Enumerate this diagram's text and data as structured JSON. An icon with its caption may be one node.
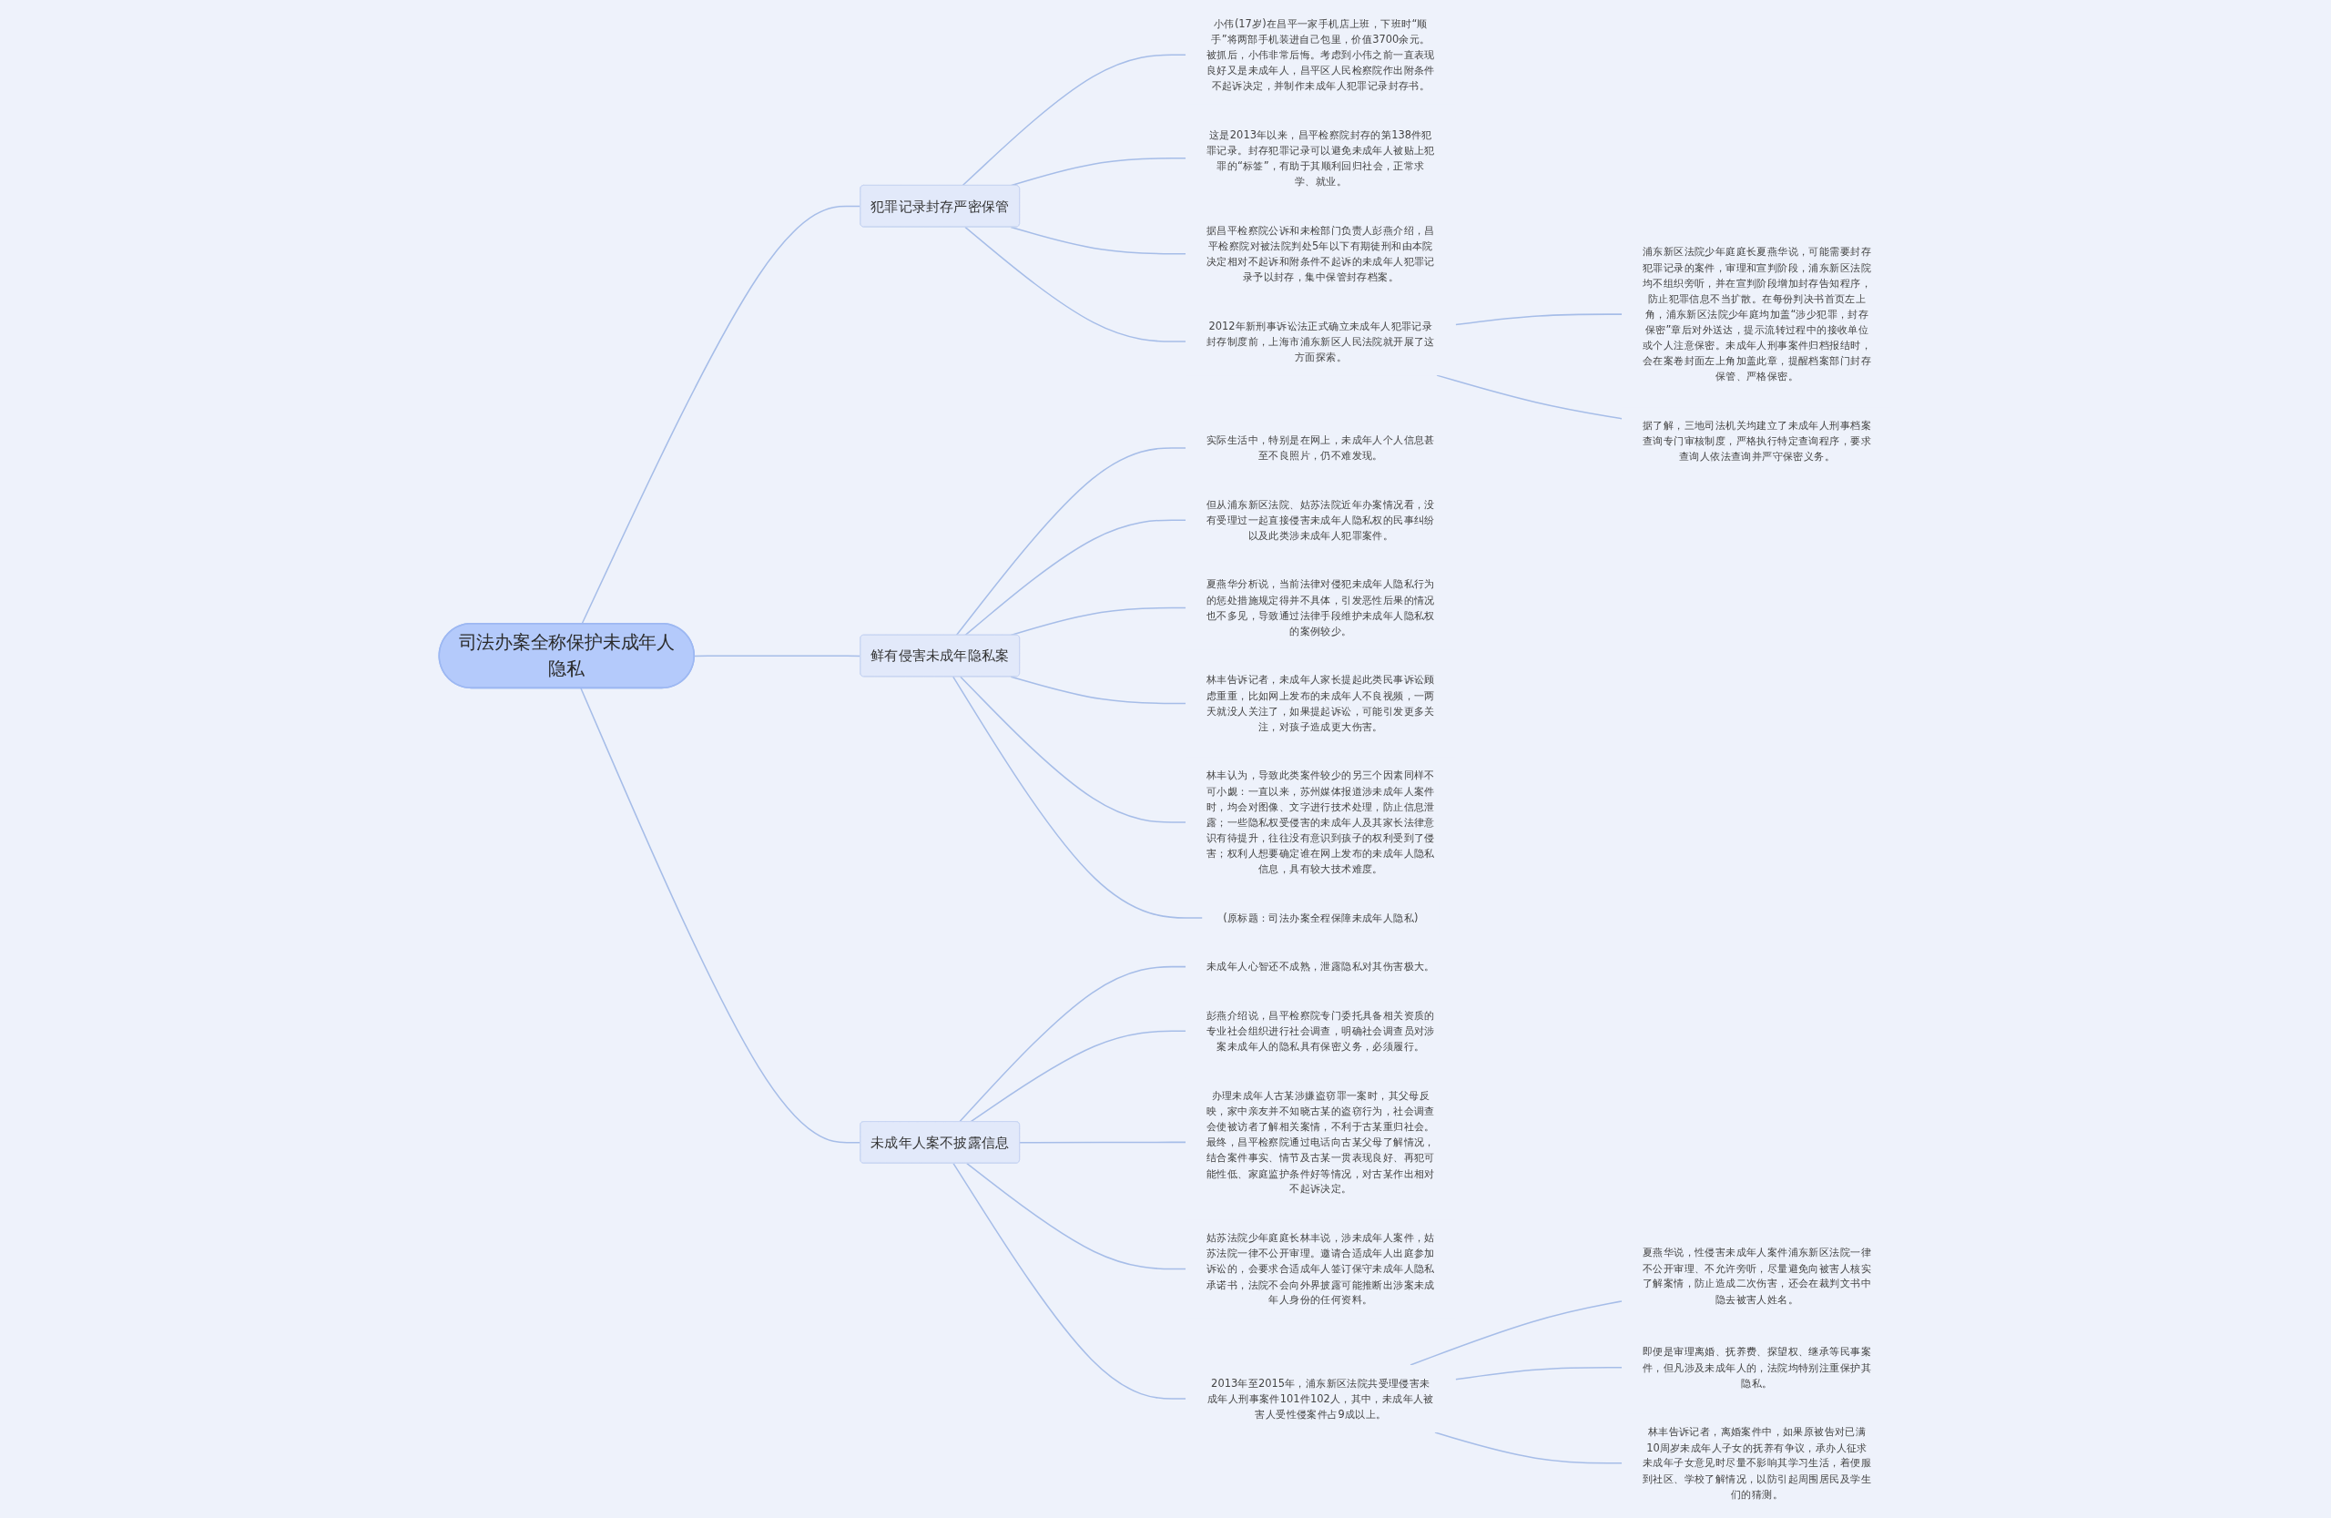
{
  "diagram": {
    "nodes": [
      {
        "text": [
          "司法办案全称保护未成年人隐私"
        ]
      },
      {
        "text": [
          "犯罪记录封存严密保管"
        ]
      },
      {
        "text": [
          "小伟(17岁)在昌平一家手机店上班，下班时“顺手”将两部手机装进自己包里，价值3700余元。被抓后，小伟非常后悔。考虑到小伟之前一直表现良好又是未成年人，昌平区人民检察院作出附条件不起诉决定，并制作未成年人犯罪记录封存书。"
        ]
      },
      {
        "text": [
          "这是2013年以来，昌平检察院封存的第138件犯罪记录。封存犯罪记录可以避免未成年人被贴上犯罪的“标签”，有助于其顺利回归社会，正常求学、就业。"
        ]
      },
      {
        "text": [
          "据昌平检察院公诉和未检部门负责人彭燕介绍，昌平检察院对被法院判处5年以下有期徒刑和由本院决定相对不起诉和附条件不起诉的未成年人犯罪记录予以封存，集中保管封存档案。"
        ]
      },
      {
        "text": [
          "2012年新刑事诉讼法正式确立未成年人犯罪记录封存制度前，上海市浦东新区人民法院就开展了这方面探索。"
        ]
      },
      {
        "text": [
          "浦东新区法院少年庭庭长夏燕华说，可能需要封存犯罪记录的案件，审理和宣判阶段，浦东新区法院均不组织旁听，并在宣判阶段增加封存告知程序，防止犯罪信息不当扩散。在每份判决书首页左上角，浦东新区法院少年庭均加盖“涉少犯罪，封存保密”章后对外送达，提示流转过程中的接收单位或个人注意保密。未成年人刑事案件归档报结时，会在案卷封面左上角加盖此章，提醒档案部门封存保管、严格保密。"
        ]
      },
      {
        "text": [
          "据了解，三地司法机关均建立了未成年人刑事档案查询专门审核制度，严格执行特定查询程序，要求查询人依法查询并严守保密义务。"
        ]
      },
      {
        "text": [
          "鲜有侵害未成年隐私案"
        ]
      },
      {
        "text": [
          "实际生活中，特别是在网上，未成年人个人信息甚至不良照片，仍不难发现。"
        ]
      },
      {
        "text": [
          "但从浦东新区法院、姑苏法院近年办案情况看，没有受理过一起直接侵害未成年人隐私权的民事纠纷以及此类涉未成年人犯罪案件。"
        ]
      },
      {
        "text": [
          "夏燕华分析说，当前法律对侵犯未成年人隐私行为的惩处措施规定得并不具体，引发恶性后果的情况也不多见，导致通过法律手段维护未成年人隐私权的案例较少。"
        ]
      },
      {
        "text": [
          "林丰告诉记者，未成年人家长提起此类民事诉讼顾虑重重，比如网上发布的未成年人不良视频，一两天就没人关注了，如果提起诉讼，可能引发更多关注，对孩子造成更大伤害。"
        ]
      },
      {
        "text": [
          "林丰认为，导致此类案件较少的另三个因素同样不可小觑：一直以来，苏州媒体报道涉未成年人案件时，均会对图像、文字进行技术处理，防止信息泄露；一些隐私权受侵害的未成年人及其家长法律意识有待提升，往往没有意识到孩子的权利受到了侵害；权利人想要确定谁在网上发布的未成年人隐私信息，具有较大技术难度。"
        ]
      },
      {
        "text": [
          "(原标题：司法办案全程保障未成年人隐私)"
        ]
      },
      {
        "text": [
          "未成年人案不披露信息"
        ]
      },
      {
        "text": [
          "未成年人心智还不成熟，泄露隐私对其伤害极大。"
        ]
      },
      {
        "text": [
          "彭燕介绍说，昌平检察院专门委托具备相关资质的专业社会组织进行社会调查，明确社会调查员对涉案未成年人的隐私具有保密义务，必须履行。"
        ]
      },
      {
        "text": [
          "办理未成年人古某涉嫌盗窃罪一案时，其父母反映，家中亲友并不知晓古某的盗窃行为，社会调查会使被访者了解相关案情，不利于古某重归社会。最终，昌平检察院通过电话向古某父母了解情况，结合案件事实、情节及古某一贯表现良好、再犯可能性低、家庭监护条件好等情况，对古某作出相对不起诉决定。"
        ]
      },
      {
        "text": [
          "姑苏法院少年庭庭长林丰说，涉未成年人案件，姑苏法院一律不公开审理。邀请合适成年人出庭参加诉讼的，会要求合适成年人签订保守未成年人隐私承诺书，法院不会向外界披露可能推断出涉案未成年人身份的任何资料。"
        ]
      },
      {
        "text": [
          "2013年至2015年，浦东新区法院共受理侵害未成年人刑事案件101件102人，其中，未成年人被害人受性侵案件占9成以上。"
        ]
      },
      {
        "text": [
          "夏燕华说，性侵害未成年人案件浦东新区法院一律不公开审理、不允许旁听，尽量避免向被害人核实了解案情，防止造成二次伤害，还会在裁判文书中隐去被害人姓名。"
        ]
      },
      {
        "text": [
          "即便是审理离婚、抚养费、探望权、继承等民事案件，但凡涉及未成年人的，法院均特别注重保护其隐私。"
        ]
      },
      {
        "text": [
          "林丰告诉记者，离婚案件中，如果原被告对已满10周岁未成年人子女的抚养有争议，承办人征求未成年子女意见时尽量不影响其学习生活，着便服到社区、学校了解情况，以防引起周围居民及学生们的猜测。"
        ]
      }
    ],
    "edges": [
      {
        "from": 0,
        "to": 1,
        "arrow": "none"
      },
      {
        "from": 1,
        "to": 2,
        "arrow": "none"
      },
      {
        "from": 1,
        "to": 3,
        "arrow": "none"
      },
      {
        "from": 1,
        "to": 4,
        "arrow": "none"
      },
      {
        "from": 1,
        "to": 5,
        "arrow": "none"
      },
      {
        "from": 5,
        "to": 6,
        "arrow": "none"
      },
      {
        "from": 5,
        "to": 7,
        "arrow": "none"
      },
      {
        "from": 0,
        "to": 8,
        "arrow": "none"
      },
      {
        "from": 8,
        "to": 9,
        "arrow": "none"
      },
      {
        "from": 8,
        "to": 10,
        "arrow": "none"
      },
      {
        "from": 8,
        "to": 11,
        "arrow": "none"
      },
      {
        "from": 8,
        "to": 12,
        "arrow": "none"
      },
      {
        "from": 8,
        "to": 13,
        "arrow": "none"
      },
      {
        "from": 8,
        "to": 14,
        "arrow": "none"
      },
      {
        "from": 0,
        "to": 15,
        "arrow": "none"
      },
      {
        "from": 15,
        "to": 16,
        "arrow": "none"
      },
      {
        "from": 15,
        "to": 17,
        "arrow": "none"
      },
      {
        "from": 15,
        "to": 18,
        "arrow": "none"
      },
      {
        "from": 15,
        "to": 19,
        "arrow": "none"
      },
      {
        "from": 15,
        "to": 20,
        "arrow": "none"
      },
      {
        "from": 20,
        "to": 21,
        "arrow": "none"
      },
      {
        "from": 20,
        "to": 22,
        "arrow": "none"
      },
      {
        "from": 20,
        "to": 23,
        "arrow": "none"
      }
    ]
  }
}
